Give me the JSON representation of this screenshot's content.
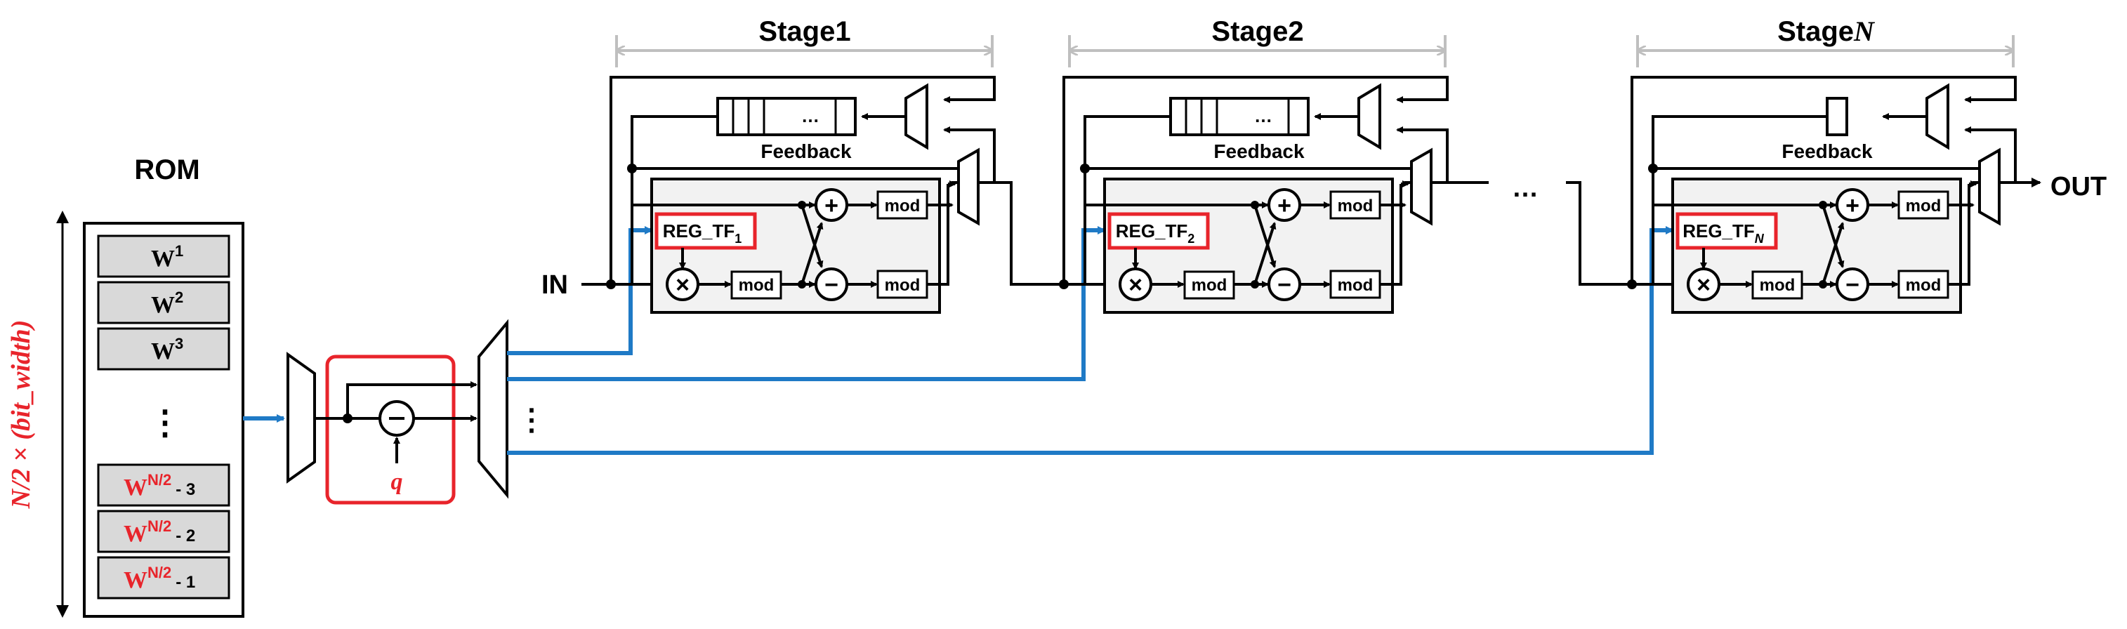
{
  "rom": {
    "title": "ROM",
    "size_label": "N/2 × (bit_width)",
    "entries": [
      {
        "base": "W",
        "sup": "1",
        "suffix": ""
      },
      {
        "base": "W",
        "sup": "2",
        "suffix": ""
      },
      {
        "base": "W",
        "sup": "3",
        "suffix": ""
      },
      {
        "base": "W",
        "sup": "N/2",
        "suffix": "- 3"
      },
      {
        "base": "W",
        "sup": "N/2",
        "suffix": "- 2"
      },
      {
        "base": "W",
        "sup": "N/2",
        "suffix": "- 1"
      }
    ],
    "ellipsis": "⋮"
  },
  "subtractor": {
    "label": "q"
  },
  "mux_outputs_ellipsis": "⋮",
  "io": {
    "input": "IN",
    "output": "OUT",
    "between_stages": "…"
  },
  "stages": [
    {
      "title": "Stage1",
      "feedback": "Feedback",
      "reg": "REG_TF",
      "reg_sub": "1",
      "fifo": "…"
    },
    {
      "title": "Stage2",
      "feedback": "Feedback",
      "reg": "REG_TF",
      "reg_sub": "2",
      "fifo": "…"
    },
    {
      "title": "Stage",
      "title_suffix": "N",
      "feedback": "Feedback",
      "reg": "REG_TF",
      "reg_sub": "N",
      "fifo": ""
    }
  ],
  "ops": {
    "mul": "×",
    "add": "+",
    "sub": "−",
    "mod": "mod"
  },
  "colors": {
    "accent_red": "#e8242b",
    "accent_blue": "#1f7ac6",
    "box_fill": "#f2f2f2",
    "rom_cell": "#d9d9d9",
    "bracket": "#bfbfbf"
  }
}
